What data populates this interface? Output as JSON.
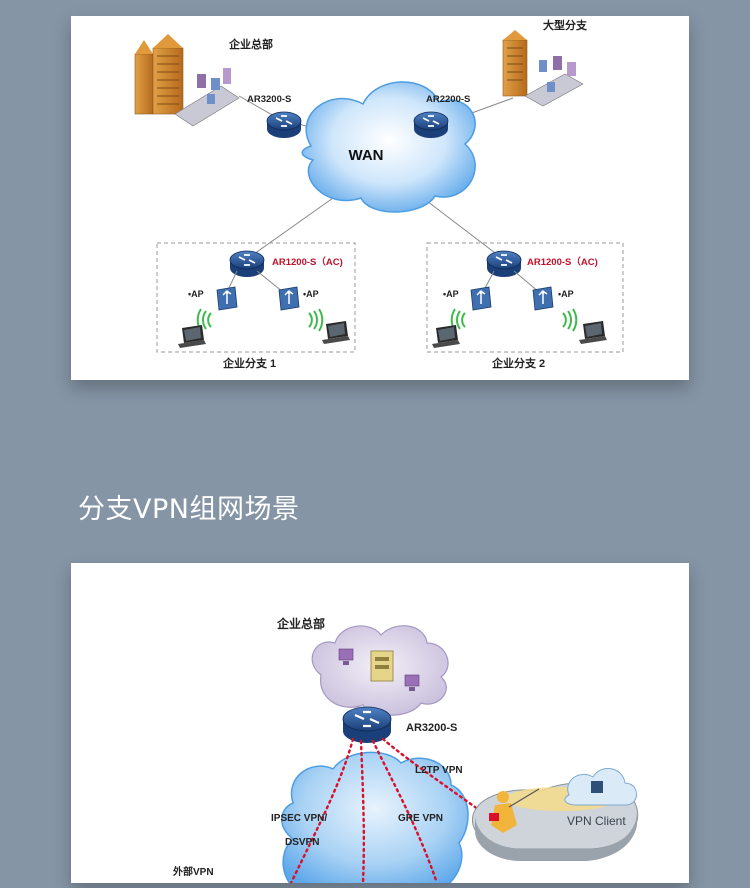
{
  "diagram1": {
    "hq_label": "企业总部",
    "large_branch_label": "大型分支",
    "router_hq": "AR3200-S",
    "router_large": "AR2200-S",
    "wan_label": "WAN",
    "branch1": {
      "router": "AR1200-S（AC)",
      "ap_left": "•AP",
      "ap_right": "•AP",
      "label": "企业分支 1"
    },
    "branch2": {
      "router": "AR1200-S（AC)",
      "ap_left": "•AP",
      "ap_right": "•AP",
      "label": "企业分支 2"
    }
  },
  "section_title": "分支VPN组网场景",
  "diagram2": {
    "hq_label": "企业总部",
    "router": "AR3200-S",
    "l2tp_label": "L2TP VPN",
    "ipsec_label_1": "IPSEC VPN/",
    "ipsec_label_2": "DSVPN",
    "gre_label": "GRE VPN",
    "client_label": "VPN Client",
    "partial_label": "外部VPN"
  },
  "colors": {
    "background": "#8595a6",
    "router_red": "#c0102a",
    "cloud_blue": "#6fb4ee",
    "vpn_dots": "#d8102a"
  }
}
